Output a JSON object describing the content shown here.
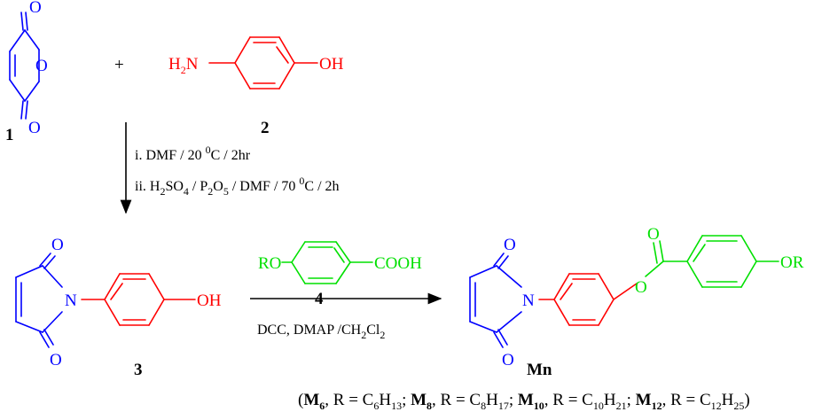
{
  "colors": {
    "maleimide_core": "#0000ff",
    "aminophenol_core": "#ff0000",
    "benzoate_core": "#00e000",
    "text": "#000000"
  },
  "plus_sign": "+",
  "compound1": {
    "number": "1",
    "ring_oxygen": "O",
    "carbonyl_top": "O",
    "carbonyl_bottom": "O"
  },
  "compound2": {
    "number": "2",
    "amine_label_H": "H",
    "amine_label_sub": "2",
    "amine_label_N": "N",
    "hydroxyl_label": "OH"
  },
  "step1": {
    "line1": {
      "text": "i. DMF / 20 ",
      "sup": "0",
      "tail": "C / 2hr"
    },
    "line2": {
      "prefix": "ii. H",
      "h2so4_sub1": "2",
      "h2so4_mid": "SO",
      "h2so4_sub2": "4",
      "p2o5_sep": " / P",
      "p2o5_sub1": "2",
      "p2o5_mid": "O",
      "p2o5_sub2": "5",
      "tail1": " / DMF / 70 ",
      "sup": "0",
      "tail2": "C / 2h"
    }
  },
  "compound3": {
    "number": "3",
    "carbonyl_top": "O",
    "carbonyl_bottom": "O",
    "nitrogen": "N",
    "hydroxyl_label": "OH"
  },
  "compound4": {
    "number": "4",
    "alkoxy_label": "RO",
    "acid_label": "COOH"
  },
  "step2": {
    "reagents_text": "DCC, DMAP /CH",
    "sub1": "2",
    "mid": "Cl",
    "sub2": "2"
  },
  "product": {
    "name": "Mn",
    "carbonyl_top": "O",
    "carbonyl_bottom": "O",
    "nitrogen": "N",
    "ester_carbonyl": "O",
    "ester_oxygen": "O",
    "alkoxy_label": "OR"
  },
  "series_legend": {
    "open": "(",
    "items": [
      {
        "name": "M",
        "name_sub": "6",
        "sep": ", R = C",
        "c": "6",
        "h_label": "H",
        "h": "13"
      },
      {
        "name": "M",
        "name_sub": "8",
        "sep": ", R = C",
        "c": "8",
        "h_label": "H",
        "h": "17"
      },
      {
        "name": "M",
        "name_sub": "10",
        "sep": ", R = C",
        "c": "10",
        "h_label": "H",
        "h": "21"
      },
      {
        "name": "M",
        "name_sub": "12",
        "sep": ", R = C",
        "c": "12",
        "h_label": "H",
        "h": "25"
      }
    ],
    "item_delim": "; ",
    "close": ")"
  }
}
